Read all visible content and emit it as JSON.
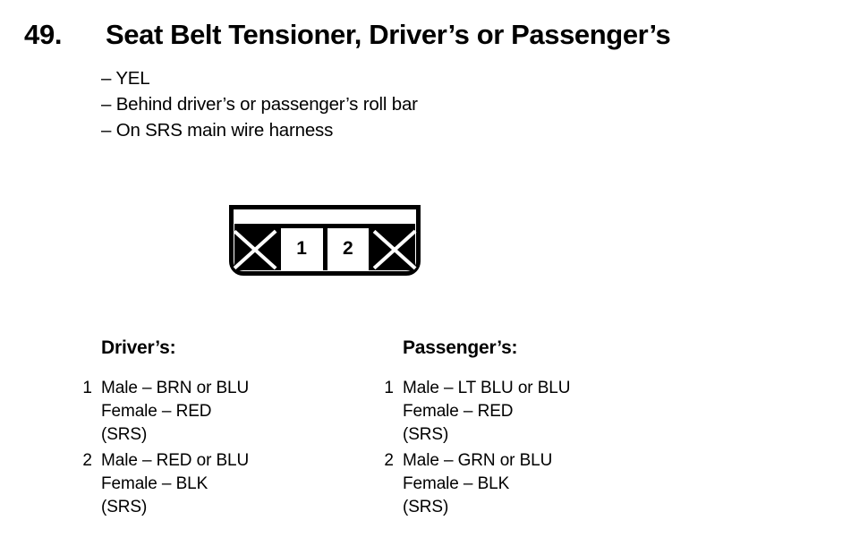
{
  "page": {
    "item_number": "49.",
    "title": "Seat Belt Tensioner, Driver’s or Passenger’s",
    "bullets": [
      "– YEL",
      "– Behind driver’s or passenger’s roll bar",
      "– On SRS main wire harness"
    ]
  },
  "connector": {
    "cells": [
      {
        "type": "blocked",
        "label": ""
      },
      {
        "type": "pin",
        "label": "1"
      },
      {
        "type": "pin",
        "label": "2"
      },
      {
        "type": "blocked",
        "label": ""
      }
    ]
  },
  "legend": {
    "columns": [
      {
        "heading": "Driver’s:",
        "pins": [
          {
            "number": "1",
            "lines": [
              "Male – BRN or BLU",
              "Female – RED",
              "(SRS)"
            ]
          },
          {
            "number": "2",
            "lines": [
              "Male – RED or BLU",
              "Female – BLK",
              "(SRS)"
            ]
          }
        ]
      },
      {
        "heading": "Passenger’s:",
        "pins": [
          {
            "number": "1",
            "lines": [
              "Male – LT BLU or BLU",
              "Female – RED",
              "(SRS)"
            ]
          },
          {
            "number": "2",
            "lines": [
              "Male – GRN or BLU",
              "Female – BLK",
              "(SRS)"
            ]
          }
        ]
      }
    ]
  },
  "colors": {
    "ink": "#000000",
    "paper": "#ffffff"
  }
}
